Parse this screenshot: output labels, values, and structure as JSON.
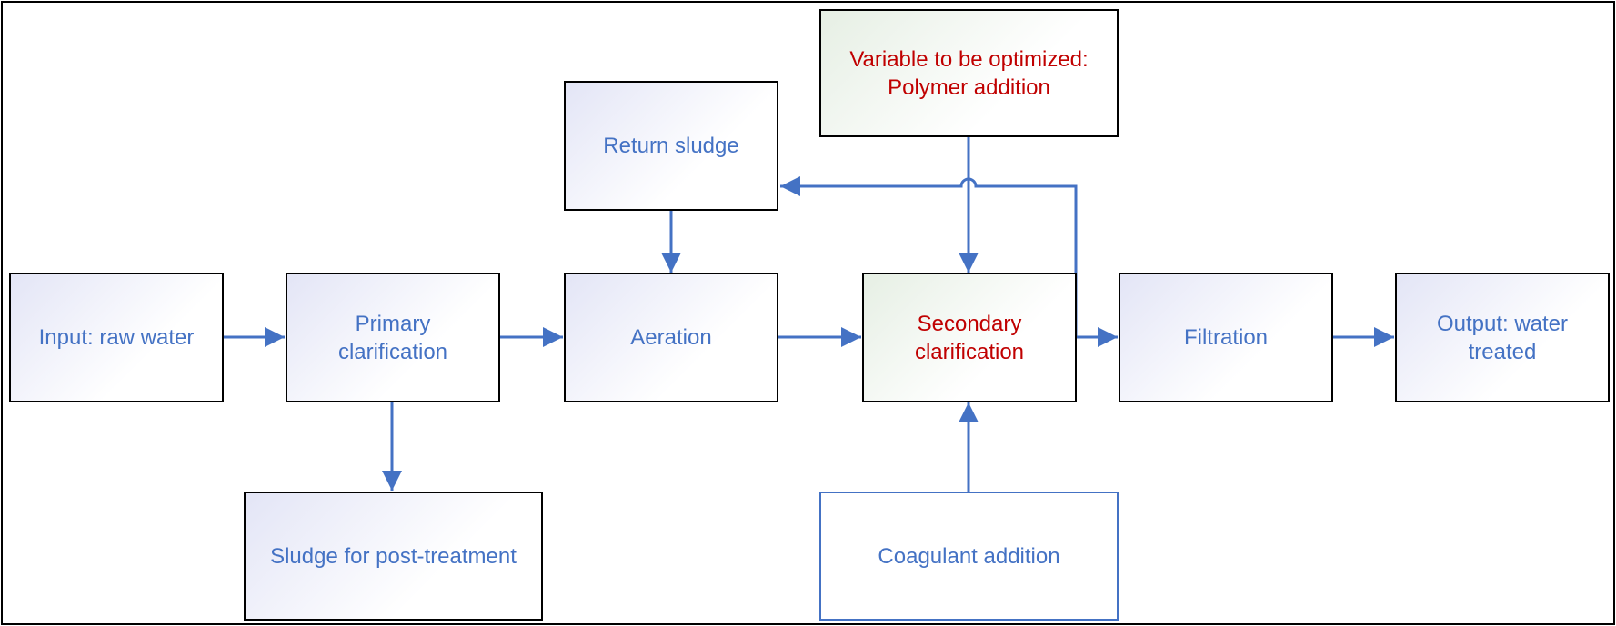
{
  "colors": {
    "text": "#4472c4",
    "highlight": "#c00000",
    "connector": "#4472c4",
    "border": "#000000"
  },
  "nodes": {
    "input": {
      "label": "Input: raw water"
    },
    "primary": {
      "label": "Primary\nclarification"
    },
    "aeration": {
      "label": "Aeration"
    },
    "secondary": {
      "label": "Secondary\nclarification"
    },
    "filtration": {
      "label": "Filtration"
    },
    "output": {
      "label": "Output: water\ntreated"
    },
    "return_sludge": {
      "label": "Return sludge"
    },
    "polymer": {
      "label": "Variable to be optimized:\nPolymer addition"
    },
    "sludge_post": {
      "label": "Sludge for post-treatment"
    },
    "coagulant": {
      "label": "Coagulant addition"
    }
  }
}
